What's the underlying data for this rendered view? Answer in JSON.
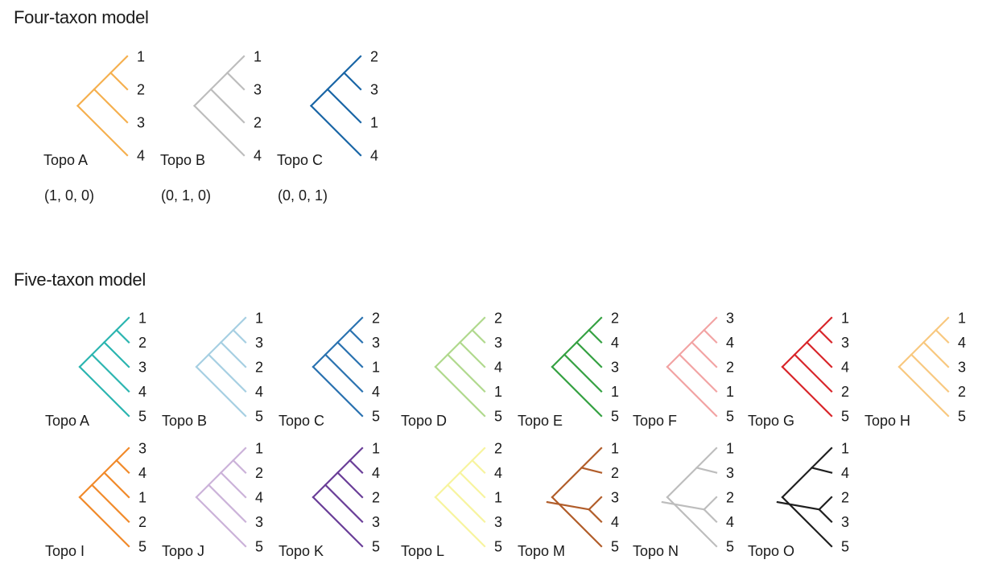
{
  "four_taxon": {
    "title": "Four-taxon model",
    "trees": [
      {
        "name": "Topo A",
        "color": "#f5b04f",
        "leaves": [
          "1",
          "2",
          "3",
          "4"
        ],
        "vector": "(1, 0, 0)",
        "shape": "caterpillar4"
      },
      {
        "name": "Topo B",
        "color": "#bdbdbd",
        "leaves": [
          "1",
          "3",
          "2",
          "4"
        ],
        "vector": "(0, 1, 0)",
        "shape": "caterpillar4"
      },
      {
        "name": "Topo C",
        "color": "#1a66a6",
        "leaves": [
          "2",
          "3",
          "1",
          "4"
        ],
        "vector": "(0, 0, 1)",
        "shape": "caterpillar4"
      }
    ]
  },
  "five_taxon": {
    "title": "Five-taxon model",
    "trees": [
      {
        "name": "Topo A",
        "color": "#2bb5b0",
        "leaves": [
          "1",
          "2",
          "3",
          "4",
          "5"
        ],
        "shape": "caterpillar"
      },
      {
        "name": "Topo B",
        "color": "#a6cfe2",
        "leaves": [
          "1",
          "3",
          "2",
          "4",
          "5"
        ],
        "shape": "caterpillar"
      },
      {
        "name": "Topo C",
        "color": "#2a72b0",
        "leaves": [
          "2",
          "3",
          "1",
          "4",
          "5"
        ],
        "shape": "caterpillar"
      },
      {
        "name": "Topo D",
        "color": "#b0d98d",
        "leaves": [
          "2",
          "3",
          "4",
          "1",
          "5"
        ],
        "shape": "caterpillar"
      },
      {
        "name": "Topo E",
        "color": "#35a142",
        "leaves": [
          "2",
          "4",
          "3",
          "1",
          "5"
        ],
        "shape": "caterpillar"
      },
      {
        "name": "Topo F",
        "color": "#f2a3a3",
        "leaves": [
          "3",
          "4",
          "2",
          "1",
          "5"
        ],
        "shape": "caterpillar"
      },
      {
        "name": "Topo G",
        "color": "#d8252a",
        "leaves": [
          "1",
          "3",
          "4",
          "2",
          "5"
        ],
        "shape": "caterpillar"
      },
      {
        "name": "Topo H",
        "color": "#f8c87f",
        "leaves": [
          "1",
          "4",
          "3",
          "2",
          "5"
        ],
        "shape": "caterpillar"
      },
      {
        "name": "Topo I",
        "color": "#f18a2a",
        "leaves": [
          "3",
          "4",
          "1",
          "2",
          "5"
        ],
        "shape": "caterpillar"
      },
      {
        "name": "Topo J",
        "color": "#cbb2d9",
        "leaves": [
          "1",
          "2",
          "4",
          "3",
          "5"
        ],
        "shape": "caterpillar"
      },
      {
        "name": "Topo K",
        "color": "#6a3e98",
        "leaves": [
          "1",
          "4",
          "2",
          "3",
          "5"
        ],
        "shape": "caterpillar"
      },
      {
        "name": "Topo L",
        "color": "#f7f49e",
        "leaves": [
          "2",
          "4",
          "1",
          "3",
          "5"
        ],
        "shape": "caterpillar"
      },
      {
        "name": "Topo M",
        "color": "#b15d2a",
        "leaves": [
          "1",
          "2",
          "3",
          "4",
          "5"
        ],
        "shape": "balanced"
      },
      {
        "name": "Topo N",
        "color": "#bdbdbd",
        "leaves": [
          "1",
          "3",
          "2",
          "4",
          "5"
        ],
        "shape": "balanced"
      },
      {
        "name": "Topo O",
        "color": "#1f1f1f",
        "leaves": [
          "1",
          "4",
          "2",
          "3",
          "5"
        ],
        "shape": "balanced"
      }
    ]
  }
}
